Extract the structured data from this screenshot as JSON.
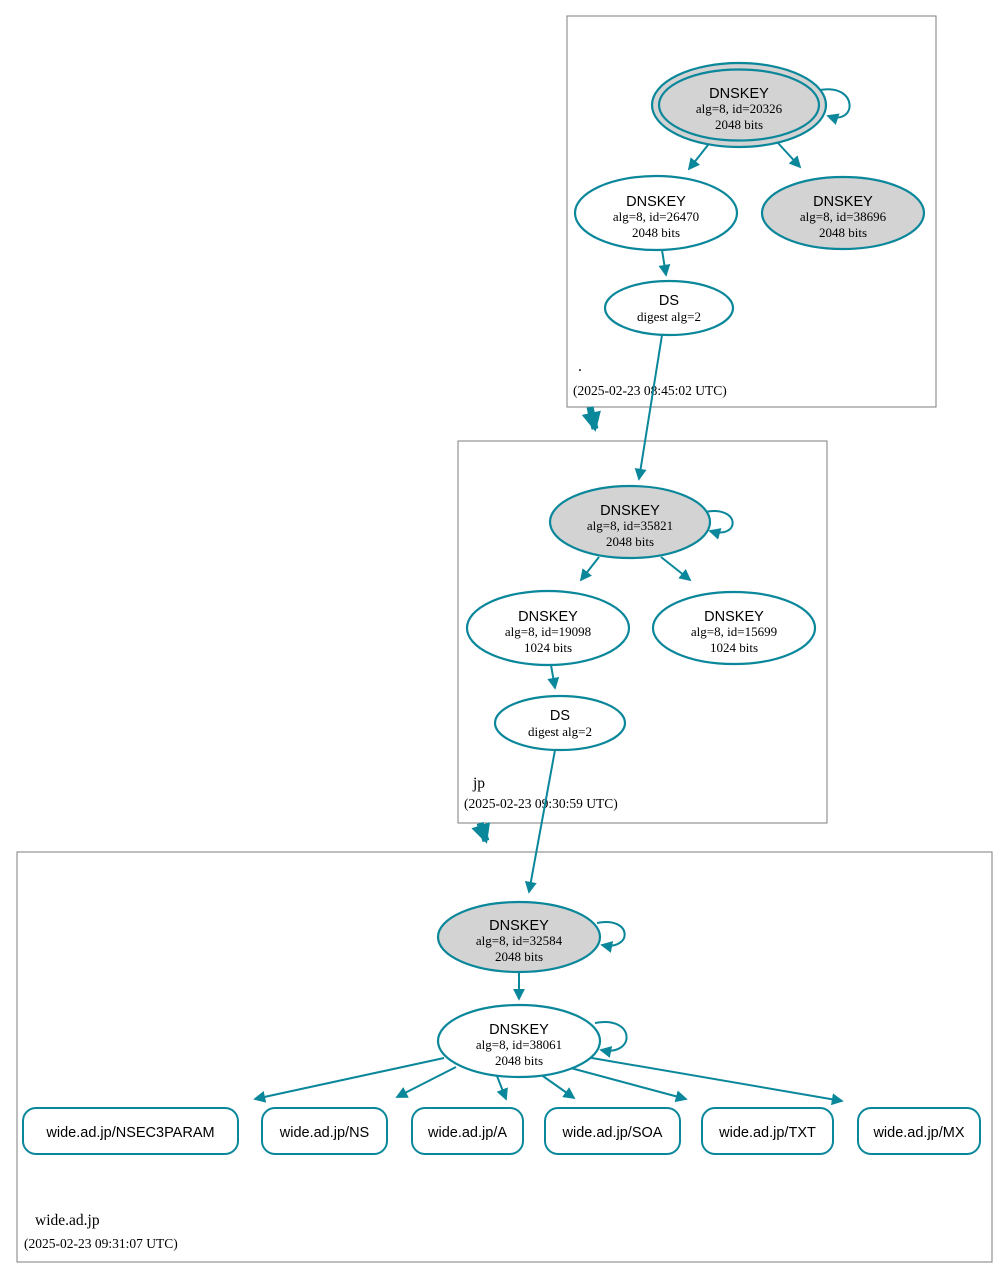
{
  "diagram_type": "dnssec-authentication-chain",
  "colors": {
    "secure_edge": "#0a879a",
    "sep_key_fill": "#d3d3d3",
    "node_fill": "#ffffff",
    "zone_border": "#7d7d7d"
  },
  "zones": [
    {
      "label": ".",
      "timestamp": "(2025-02-23 08:45:02 UTC)",
      "nodes": {
        "ksk": {
          "title": "DNSKEY",
          "detail": "alg=8, id=20326",
          "bits": "2048 bits"
        },
        "zsk": {
          "title": "DNSKEY",
          "detail": "alg=8, id=26470",
          "bits": "2048 bits"
        },
        "sep2": {
          "title": "DNSKEY",
          "detail": "alg=8, id=38696",
          "bits": "2048 bits"
        },
        "ds": {
          "title": "DS",
          "detail": "digest alg=2"
        }
      }
    },
    {
      "label": "jp",
      "timestamp": "(2025-02-23 09:30:59 UTC)",
      "nodes": {
        "ksk": {
          "title": "DNSKEY",
          "detail": "alg=8, id=35821",
          "bits": "2048 bits"
        },
        "zsk1": {
          "title": "DNSKEY",
          "detail": "alg=8, id=19098",
          "bits": "1024 bits"
        },
        "zsk2": {
          "title": "DNSKEY",
          "detail": "alg=8, id=15699",
          "bits": "1024 bits"
        },
        "ds": {
          "title": "DS",
          "detail": "digest alg=2"
        }
      }
    },
    {
      "label": "wide.ad.jp",
      "timestamp": "(2025-02-23 09:31:07 UTC)",
      "nodes": {
        "ksk": {
          "title": "DNSKEY",
          "detail": "alg=8, id=32584",
          "bits": "2048 bits"
        },
        "zsk": {
          "title": "DNSKEY",
          "detail": "alg=8, id=38061",
          "bits": "2048 bits"
        }
      },
      "rrsets": [
        {
          "label": "wide.ad.jp/NSEC3PARAM"
        },
        {
          "label": "wide.ad.jp/NS"
        },
        {
          "label": "wide.ad.jp/A"
        },
        {
          "label": "wide.ad.jp/SOA"
        },
        {
          "label": "wide.ad.jp/TXT"
        },
        {
          "label": "wide.ad.jp/MX"
        }
      ]
    }
  ]
}
